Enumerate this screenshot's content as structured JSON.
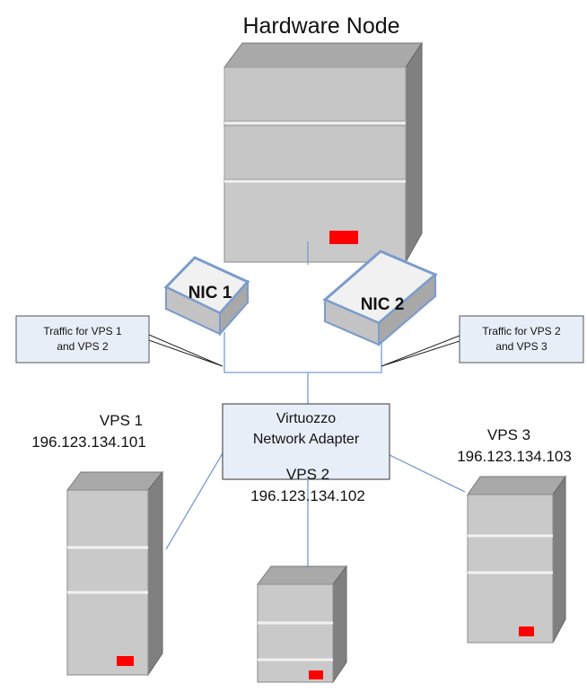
{
  "diagram": {
    "title": "Hardware Node",
    "nics": [
      {
        "label": "NIC 1"
      },
      {
        "label": "NIC 2"
      }
    ],
    "callouts": [
      {
        "line1": "Traffic for VPS 1",
        "line2": "and VPS 2"
      },
      {
        "line1": "Traffic for VPS 2",
        "line2": "and VPS 3"
      }
    ],
    "adapter": {
      "line1": "Virtuozzo",
      "line2": "Network Adapter"
    },
    "vps": [
      {
        "name": "VPS 1",
        "ip": "196.123.134.101"
      },
      {
        "name": "VPS 2",
        "ip": "196.123.134.102"
      },
      {
        "name": "VPS 3",
        "ip": "196.123.134.103"
      }
    ],
    "colors": {
      "link_line": "#7a9ccc",
      "callout_fill": "#e8eef8",
      "nic_border": "#7a9ccc",
      "server_front": "#c9c9c9",
      "server_side": "#808080",
      "server_top": "#a9a9a9",
      "power_led": "#ff0000"
    },
    "icons": [
      "server-icon",
      "nic-icon"
    ]
  }
}
